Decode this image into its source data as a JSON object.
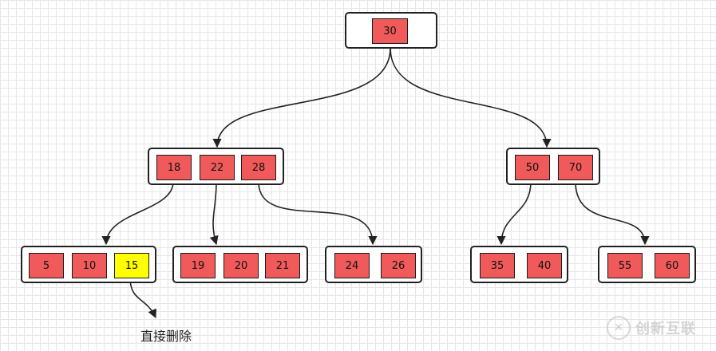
{
  "tree": {
    "root": {
      "keys": [
        "30"
      ]
    },
    "level1": [
      {
        "keys": [
          "18",
          "22",
          "28"
        ]
      },
      {
        "keys": [
          "50",
          "70"
        ]
      }
    ],
    "leaves": [
      {
        "keys": [
          "5",
          "10",
          "15"
        ],
        "highlight_index": 2
      },
      {
        "keys": [
          "19",
          "20",
          "21"
        ]
      },
      {
        "keys": [
          "24",
          "26"
        ]
      },
      {
        "keys": [
          "35",
          "40"
        ]
      },
      {
        "keys": [
          "55",
          "60"
        ]
      }
    ]
  },
  "annotation": "直接删除",
  "watermark": "创新互联",
  "colors": {
    "key_fill": "#f05a5a",
    "highlight_fill": "#ffff00",
    "border": "#222222",
    "grid": "#e6e6e6"
  }
}
